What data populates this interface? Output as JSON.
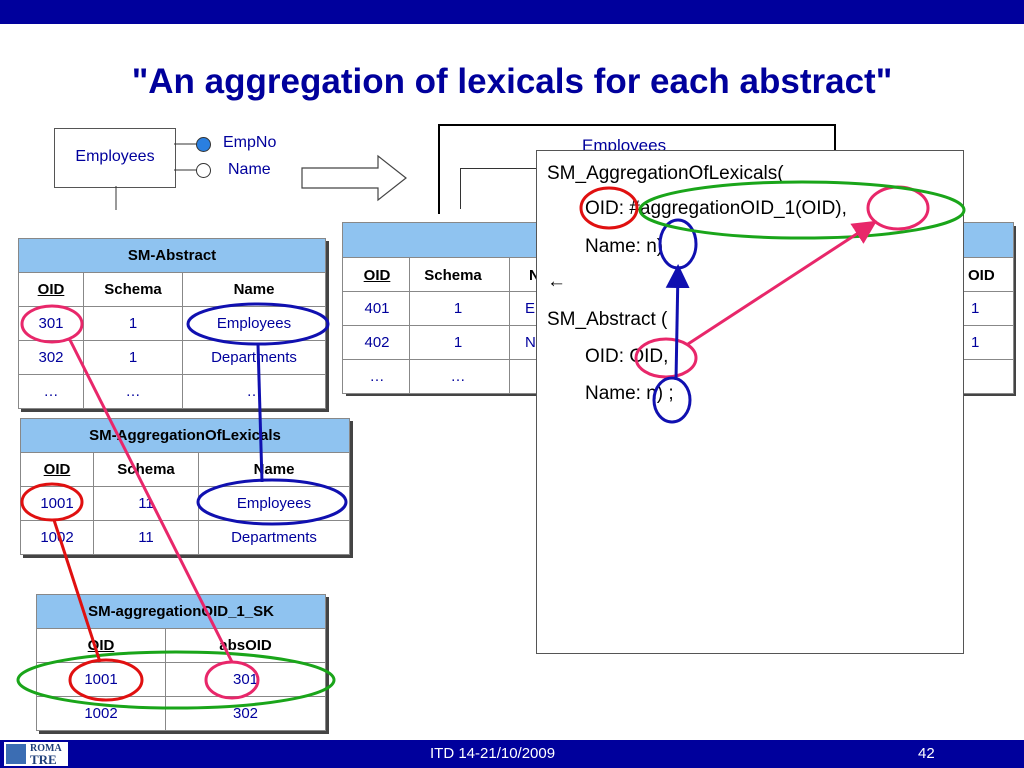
{
  "title": "\"An aggregation of lexicals for each abstract\"",
  "footer": {
    "center": "ITD 14-21/10/2009",
    "page": "42",
    "logo_line1": "ROMA",
    "logo_line2": "TRE"
  },
  "left_diagram": {
    "entity": "Employees",
    "attr1": "EmpNo",
    "attr2": "Name"
  },
  "right_diagram": {
    "entity": "Employees"
  },
  "sm_abstract": {
    "title": "SM-Abstract",
    "cols": [
      "OID",
      "Schema",
      "Name"
    ],
    "rows": [
      [
        "301",
        "1",
        "Employees"
      ],
      [
        "302",
        "1",
        "Departments"
      ],
      [
        "…",
        "…",
        "…"
      ]
    ]
  },
  "sm_aggregation": {
    "title": "SM-AggregationOfLexicals",
    "cols": [
      "OID",
      "Schema",
      "Name"
    ],
    "rows": [
      [
        "1001",
        "11",
        "Employees"
      ],
      [
        "1002",
        "11",
        "Departments"
      ]
    ]
  },
  "sm_sk": {
    "title": "SM-aggregationOID_1_SK",
    "cols": [
      "OID",
      "absOID"
    ],
    "rows": [
      [
        "1001",
        "301"
      ],
      [
        "1002",
        "302"
      ]
    ]
  },
  "back_table": {
    "cols": [
      "OID",
      "Schema",
      "N",
      "OID"
    ],
    "rows": [
      [
        "401",
        "1",
        "E",
        "1"
      ],
      [
        "402",
        "1",
        "N",
        "1"
      ],
      [
        "…",
        "…",
        "",
        ""
      ]
    ]
  },
  "rule": {
    "l1": "SM_AggregationOfLexicals(",
    "l2": "OID: #aggregationOID_1(OID),",
    "l3": "Name: n)",
    "l4": "←",
    "l5": "SM_Abstract (",
    "l6": "OID: OID,",
    "l7": "Name: n) ;"
  },
  "colors": {
    "bar": "#00009c",
    "header": "#8fc3f0",
    "pink": "#e8276a",
    "red": "#e01010",
    "green": "#1aa51a",
    "blue": "#1010b0"
  }
}
